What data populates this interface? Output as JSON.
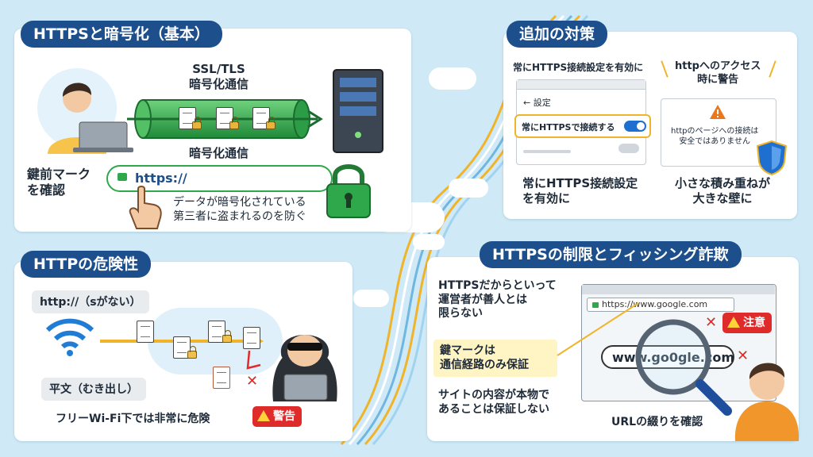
{
  "colors": {
    "navy": "#1d4f8c",
    "accent_yellow": "#f0b42a",
    "green": "#2ea84a",
    "red": "#e02b2b",
    "background": "#cfeaf6"
  },
  "panel_basic": {
    "title": "HTTPSと暗号化（基本）",
    "tunnel_label_top": "SSL/TLS\n暗号化通信",
    "tunnel_label_bottom": "暗号化通信",
    "lock_mark_label": "鍵前マーク\nを確認",
    "url_text": "https://",
    "encryption_note": "データが暗号化されている\n第三者に盗まれるのを防ぐ",
    "icons": [
      "user-laptop-icon",
      "server-icon",
      "padlock-icon",
      "pointer-hand-icon"
    ]
  },
  "panel_http": {
    "title": "HTTPの危険性",
    "no_s_label": "http://（sがない）",
    "plaintext_label": "平文（むき出し）",
    "free_wifi_warning": "フリーWi-Fi下では非常に危険",
    "warning_badge": "警告",
    "icons": [
      "wifi-icon",
      "hacker-icon",
      "document-icon"
    ]
  },
  "panel_extra": {
    "title": "追加の対策",
    "card1_header": "常にHTTPS接続設定を有効に",
    "settings_back": "← 設定",
    "toggle_label": "常にHTTPSで接続する",
    "toggle_state": "on",
    "card1_caption": "常にHTTPS接続設定\nを有効に",
    "card2_header": "httpへのアクセス\n時に警告",
    "card2_body": "httpのページへの接続は\n安全ではありません",
    "card2_caption": "小さな積み重ねが\n大きな壁に"
  },
  "panel_limits": {
    "title": "HTTPSの制限とフィッシング詐欺",
    "note1": "HTTPSだからといって\n運営者が善人とは\n限らない",
    "note2": "鍵マークは\n通信経路のみ保証",
    "note3": "サイトの内容が本物で\nあることは保証しない",
    "browser_url": "https://www.google.com",
    "fake_url": "www.go0gle.com",
    "warning_badge": "注意",
    "magnifier_caption": "URLの綴りを確認"
  }
}
